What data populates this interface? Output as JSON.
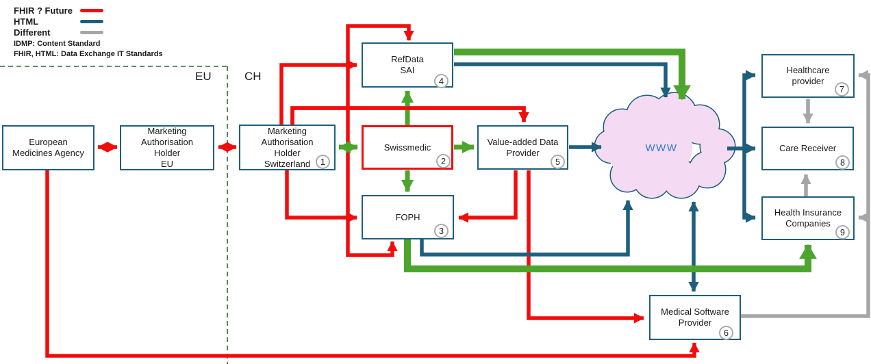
{
  "legend": {
    "items": [
      {
        "label": "FHIR ? Future",
        "color": "#F20D0D"
      },
      {
        "label": "HTML",
        "color": "#1E5F7C"
      },
      {
        "label": "Different",
        "color": "#A6A6A6"
      }
    ],
    "notes": [
      "IDMP: Content Standard",
      "FHIR, HTML: Data Exchange IT Standards"
    ]
  },
  "regions": {
    "eu": "EU",
    "ch": "CH"
  },
  "cloud": {
    "label": "WWW"
  },
  "colors": {
    "red": "#F20D0D",
    "teal": "#1E5F7C",
    "green": "#4DA52E",
    "gray": "#A6A6A6",
    "dashed_green": "#2A6B35",
    "cloud_fill": "#F4DAF2",
    "www_blue": "#2B7CD3",
    "box_border": "#1E5F7C",
    "swissmedic_border": "#F20D0D"
  },
  "nodes": {
    "ema": {
      "label": "European\nMedicines Agency"
    },
    "mah_eu": {
      "label": "Marketing\nAuthorisation\nHolder\nEU"
    },
    "mah_ch": {
      "label": "Marketing\nAuthorisation\nHolder\nSwitzerland",
      "number": "1"
    },
    "swissmedic": {
      "label": "Swissmedic",
      "number": "2"
    },
    "foph": {
      "label": "FOPH",
      "number": "3"
    },
    "refdata": {
      "label": "RefData\nSAI",
      "number": "4"
    },
    "vadp": {
      "label": "Value-added Data\nProvider",
      "number": "5"
    },
    "msp": {
      "label": "Medical Software\nProvider",
      "number": "6"
    },
    "healthcare": {
      "label": "Healthcare\nprovider",
      "number": "7"
    },
    "care_receiver": {
      "label": "Care Receiver",
      "number": "8"
    },
    "insurance": {
      "label": "Health Insurance\nCompanies",
      "number": "9"
    }
  }
}
